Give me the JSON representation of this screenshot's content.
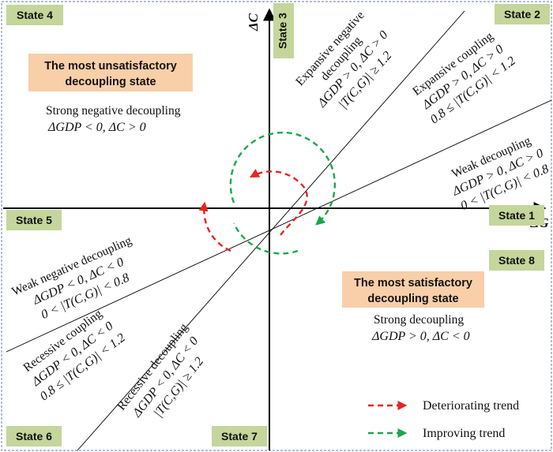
{
  "axes": {
    "x_label": "ΔG",
    "y_label": "ΔC"
  },
  "states": [
    {
      "id": "state-1",
      "label": "State 1"
    },
    {
      "id": "state-2",
      "label": "State 2"
    },
    {
      "id": "state-3",
      "label": "State 3"
    },
    {
      "id": "state-4",
      "label": "State 4"
    },
    {
      "id": "state-5",
      "label": "State 5"
    },
    {
      "id": "state-6",
      "label": "State 6"
    },
    {
      "id": "state-7",
      "label": "State 7"
    },
    {
      "id": "state-8",
      "label": "State 8"
    }
  ],
  "callouts": {
    "unsatisfactory": [
      "The most unsatisfactory",
      "decoupling state"
    ],
    "satisfactory": [
      "The most satisfactory",
      "decoupling state"
    ]
  },
  "zones": {
    "strong_negative": {
      "name": "Strong negative decoupling",
      "condition": "ΔGDP < 0, ΔC > 0"
    },
    "expansive_negative": {
      "name_lines": [
        "Expansive negative",
        "decoupling"
      ],
      "conditions": [
        "ΔGDP > 0, ΔC > 0",
        "|T(C,G)| ≥ 1.2"
      ]
    },
    "expansive_coupling": {
      "name": "Expansive coupling",
      "conditions": [
        "ΔGDP > 0, ΔC > 0",
        "0.8 ≤ |T(C,G)| < 1.2"
      ]
    },
    "weak_decoupling": {
      "name": "Weak decoupling",
      "conditions": [
        "ΔGDP > 0, ΔC > 0",
        "0 < |T(C,G)| < 0.8"
      ]
    },
    "strong_decoupling": {
      "name": "Strong decoupling",
      "condition": "ΔGDP > 0, ΔC < 0"
    },
    "weak_negative": {
      "name": "Weak negative decoupling",
      "conditions": [
        "ΔGDP < 0, ΔC < 0",
        "0 < |T(C,G)| < 0.8"
      ]
    },
    "recessive_coupling": {
      "name": "Recessive coupling",
      "conditions": [
        "ΔGDP < 0, ΔC < 0",
        "0.8 ≤ |T(C,G)| < 1.2"
      ]
    },
    "recessive_decoupling": {
      "name": "Recessive decoupling",
      "conditions": [
        "ΔGDP < 0, ΔC < 0",
        "|T(C,G)| ≥ 1.2"
      ]
    }
  },
  "legend": {
    "deteriorating": {
      "label": "Deteriorating trend",
      "color": "#e8251f"
    },
    "improving": {
      "label": "Improving trend",
      "color": "#19a84b"
    }
  },
  "colors": {
    "state_box": "#c4d69b",
    "callout_box": "#f8cfa9",
    "frame": "#7e93b5"
  }
}
